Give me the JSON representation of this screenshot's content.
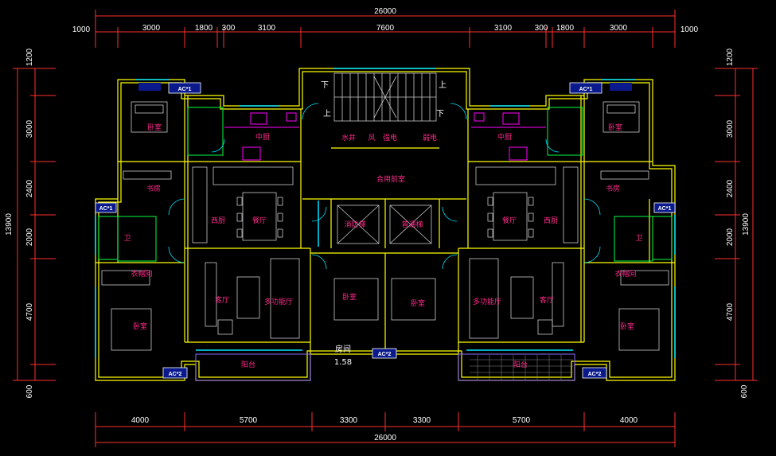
{
  "dimensions": {
    "top_total": "26000",
    "top_segments": [
      "1000",
      "3000",
      "1800",
      "300",
      "3100",
      "7600",
      "3100",
      "300",
      "1800",
      "3000",
      "1000"
    ],
    "bottom_total": "26000",
    "bottom_segments": [
      "4000",
      "5700",
      "3300",
      "3300",
      "5700",
      "4000"
    ],
    "left_total": "13900",
    "left_segments": [
      "1200",
      "3000",
      "2400",
      "2000",
      "4700",
      "600"
    ],
    "right_total": "13900",
    "right_segments": [
      "1200",
      "3000",
      "2400",
      "2000",
      "4700",
      "600"
    ]
  },
  "rooms": {
    "bedroom": "卧室",
    "kitchen": "中厨",
    "study": "书房",
    "bath": "卫",
    "dining": "餐厅",
    "pantry": "西厨",
    "walkin": "衣帽间",
    "living": "客厅",
    "multi": "多功能厅",
    "balcony": "阳台",
    "lobby": "合用前室",
    "elevator_l": "消防梯",
    "elevator_r": "普通梯",
    "water": "水井",
    "wind": "风",
    "elec": "强电",
    "weak": "弱电",
    "room_label": "房间",
    "room_value": "1.58",
    "down": "下",
    "up": "上"
  },
  "ac": {
    "ac1": "AC*1",
    "ac2": "AC*2"
  },
  "colors": {
    "wall": "#ffff00",
    "dim_line": "#ff3030",
    "dim_text": "#ffffff",
    "room_text": "#ff2a8a",
    "furniture": "#c8c8c8",
    "window": "#00e5ff",
    "magenta": "#ff00ff",
    "green": "#00ff40",
    "ac_fill": "#0a1a8c"
  }
}
